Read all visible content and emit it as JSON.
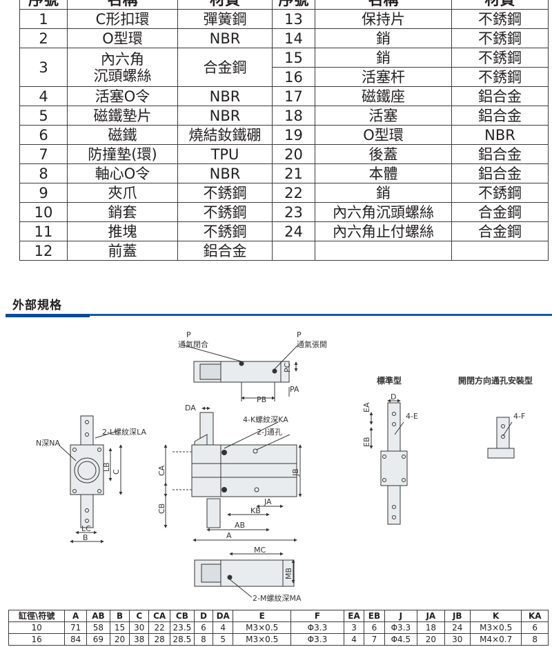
{
  "parts_table": {
    "headers": [
      "序號",
      "名稱",
      "材質",
      "序號",
      "名稱",
      "材質"
    ],
    "left": [
      {
        "no": "1",
        "name": "C形扣環",
        "material": "彈簧鋼"
      },
      {
        "no": "2",
        "name": "O型環",
        "material": "NBR"
      },
      {
        "no": "3",
        "name": "內六角",
        "name2": "沉頭螺絲",
        "material": "合金鋼"
      },
      {
        "no": "4",
        "name": "活塞O令",
        "material": "NBR"
      },
      {
        "no": "5",
        "name": "磁鐵墊片",
        "material": "NBR"
      },
      {
        "no": "6",
        "name": "磁鐵",
        "material": "燒結釹鐵硼"
      },
      {
        "no": "7",
        "name": "防撞墊(環)",
        "material": "TPU"
      },
      {
        "no": "8",
        "name": "軸心O令",
        "material": "NBR"
      },
      {
        "no": "9",
        "name": "夾爪",
        "material": "不銹鋼"
      },
      {
        "no": "10",
        "name": "銷套",
        "material": "不銹鋼"
      },
      {
        "no": "11",
        "name": "推塊",
        "material": "不銹鋼"
      },
      {
        "no": "12",
        "name": "前蓋",
        "material": "鋁合金"
      }
    ],
    "right": [
      {
        "no": "13",
        "name": "保持片",
        "material": "不銹鋼"
      },
      {
        "no": "14",
        "name": "銷",
        "material": "不銹鋼"
      },
      {
        "no": "15",
        "name": "銷",
        "material": "不銹鋼"
      },
      {
        "no": "16",
        "name": "活塞杆",
        "material": "不銹鋼"
      },
      {
        "no": "17",
        "name": "磁鐵座",
        "material": "鋁合金"
      },
      {
        "no": "18",
        "name": "活塞",
        "material": "鋁合金"
      },
      {
        "no": "19",
        "name": "O型環",
        "material": "NBR"
      },
      {
        "no": "20",
        "name": "後蓋",
        "material": "鋁合金"
      },
      {
        "no": "21",
        "name": "本體",
        "material": "鋁合金"
      },
      {
        "no": "22",
        "name": "銷",
        "material": "不銹鋼"
      },
      {
        "no": "23",
        "name": "內六角沉頭螺絲",
        "material": "合金鋼"
      },
      {
        "no": "24",
        "name": "內六角止付螺絲",
        "material": "合金鋼"
      }
    ]
  },
  "section_title": "外部規格",
  "drawing_labels": {
    "p_close_1": "P",
    "p_close_2": "通氣閉合",
    "p_open_1": "P",
    "p_open_2": "通氣張開",
    "pc": "PC",
    "pa": "PA",
    "pb": "PB",
    "da": "DA",
    "k_thread": "4-K螺紋深KA",
    "j_hole": "2-J通孔",
    "l_thread": "2-L螺紋深LA",
    "n_depth": "N深NA",
    "lb": "LB",
    "c": "C",
    "ca": "CA",
    "cb": "CB",
    "jb": "JB",
    "ja": "JA",
    "kb": "KB",
    "ab": "AB",
    "a": "A",
    "lc": "LC",
    "b": "B",
    "mc": "MC",
    "mb": "MB",
    "m_thread": "2-M螺紋深MA",
    "standard": "標準型",
    "side_port": "開閉方向通孔安裝型",
    "d": "D",
    "ea": "EA",
    "eb": "EB",
    "e4": "4-E",
    "f4": "4-F"
  },
  "spec_table": {
    "headers": [
      "缸徑\\符號",
      "A",
      "AB",
      "B",
      "C",
      "CA",
      "CB",
      "D",
      "DA",
      "E",
      "F",
      "EA",
      "EB",
      "J",
      "JA",
      "JB",
      "K",
      "KA"
    ],
    "rows": [
      [
        "10",
        "71",
        "58",
        "15",
        "30",
        "22",
        "23.5",
        "6",
        "4",
        "M3×0.5",
        "Φ3.3",
        "3",
        "6",
        "Φ3.3",
        "18",
        "24",
        "M3×0.5",
        "6"
      ],
      [
        "16",
        "84",
        "69",
        "20",
        "38",
        "28",
        "28.5",
        "8",
        "5",
        "M3×0.5",
        "Φ3.3",
        "4",
        "7",
        "Φ4.5",
        "20",
        "30",
        "M4×0.7",
        "8"
      ]
    ]
  }
}
